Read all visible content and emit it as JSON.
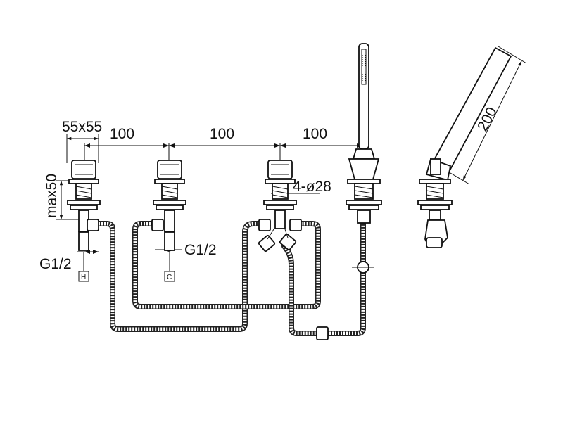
{
  "dimensions": {
    "square": "55x55",
    "spacing_1": "100",
    "spacing_2": "100",
    "spacing_3": "100",
    "height": "max50",
    "holes": "4-ø28",
    "thread_hot": "G1/2",
    "thread_cold": "G1/2",
    "handshower_length": "200"
  },
  "markers": {
    "hot": "H",
    "cold": "C"
  }
}
